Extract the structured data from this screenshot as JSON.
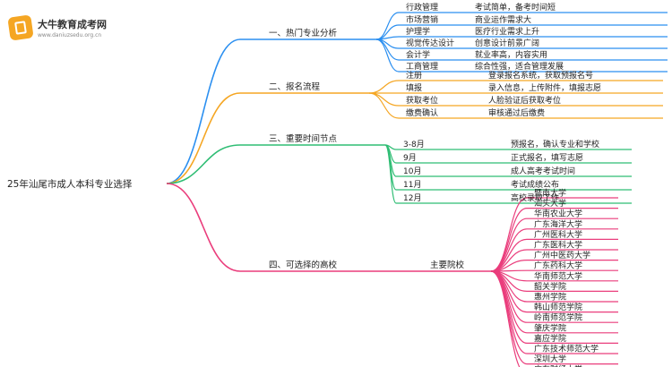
{
  "logo": {
    "name": "大牛教育成考网",
    "url": "www.daniuzsedu.org.cn"
  },
  "root": {
    "label": "25年汕尾市成人本科专业选择"
  },
  "colors": {
    "blue": "#2b8ff0",
    "orange": "#f5a623",
    "green": "#2fbd74",
    "pink": "#ea3d7c"
  },
  "branches": [
    {
      "label": "一、热门专业分析",
      "color_key": "blue",
      "items": [
        {
          "name": "行政管理",
          "desc": "考试简单，备考时间短"
        },
        {
          "name": "市场营销",
          "desc": "商业运作需求大"
        },
        {
          "name": "护理学",
          "desc": "医疗行业需求上升"
        },
        {
          "name": "视觉传达设计",
          "desc": "创意设计前景广阔"
        },
        {
          "name": "会计学",
          "desc": "就业率高，内容实用"
        },
        {
          "name": "工商管理",
          "desc": "综合性强，适合管理发展"
        }
      ]
    },
    {
      "label": "二、报名流程",
      "color_key": "orange",
      "items": [
        {
          "name": "注册",
          "desc": "登录报名系统，获取预报名号"
        },
        {
          "name": "填报",
          "desc": "录入信息，上传附件，填报志愿"
        },
        {
          "name": "获取考位",
          "desc": "人脸验证后获取考位"
        },
        {
          "name": "缴费确认",
          "desc": "审核通过后缴费"
        }
      ]
    },
    {
      "label": "三、重要时间节点",
      "color_key": "green",
      "items": [
        {
          "name": "3-8月",
          "desc": "预报名，确认专业和学校"
        },
        {
          "name": "9月",
          "desc": "正式报名，填写志愿"
        },
        {
          "name": "10月",
          "desc": "成人高考考试时间"
        },
        {
          "name": "11月",
          "desc": "考试成绩公布"
        },
        {
          "name": "12月",
          "desc": "高校录取工作"
        }
      ]
    },
    {
      "label": "四、可选择的高校",
      "color_key": "pink",
      "sub_label": "主要院校",
      "schools": [
        "暨南大学",
        "汕头大学",
        "华南农业大学",
        "广东海洋大学",
        "广州医科大学",
        "广东医科大学",
        "广州中医药大学",
        "广东药科大学",
        "华南师范大学",
        "韶关学院",
        "惠州学院",
        "韩山师范学院",
        "岭南师范学院",
        "肇庆学院",
        "嘉应学院",
        "广东技术师范大学",
        "深圳大学",
        "广东财经大学"
      ]
    }
  ]
}
